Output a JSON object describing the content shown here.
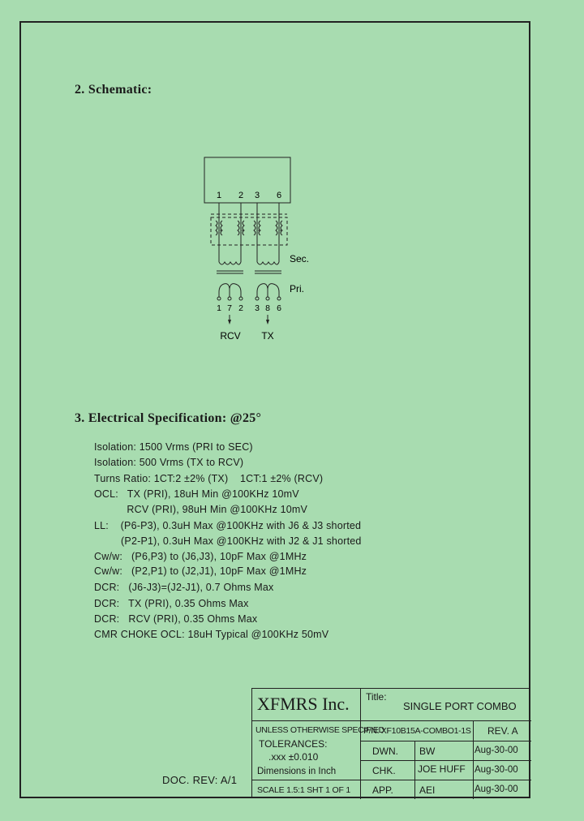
{
  "schematic": {
    "heading": "2. Schematic:",
    "top_pins": [
      "1",
      "2",
      "3",
      "6"
    ],
    "bottom_pins": [
      "1",
      "7",
      "2",
      "3",
      "8",
      "6"
    ],
    "label_sec": "Sec.",
    "label_pri": "Pri.",
    "label_rcv": "RCV",
    "label_tx": "TX"
  },
  "electrical": {
    "heading": "3. Electrical Specification: @25°",
    "lines": [
      "Isolation: 1500 Vrms (PRI to SEC)",
      "Isolation: 500 Vrms (TX to RCV)",
      "Turns Ratio: 1CT:2 ±2% (TX)    1CT:1 ±2% (RCV)",
      "OCL:   TX (PRI), 18uH Min @100KHz 10mV",
      "           RCV (PRI), 98uH Min @100KHz 10mV",
      "LL:    (P6-P3), 0.3uH Max @100KHz with J6 & J3 shorted",
      "         (P2-P1), 0.3uH Max @100KHz with J2 & J1 shorted",
      "Cw/w:   (P6,P3) to (J6,J3), 10pF Max @1MHz",
      "Cw/w:   (P2,P1) to (J2,J1), 10pF Max @1MHz",
      "DCR:   (J6-J3)=(J2-J1), 0.7 Ohms Max",
      "DCR:   TX (PRI), 0.35 Ohms Max",
      "DCR:   RCV (PRI), 0.35 Ohms Max",
      "CMR CHOKE OCL: 18uH Typical @100KHz 50mV"
    ]
  },
  "doc_rev": "DOC. REV: A/1",
  "title_block": {
    "company": "XFMRS Inc.",
    "title_label": "Title:",
    "title_value": "SINGLE PORT COMBO",
    "unless": "UNLESS OTHERWISE SPECIFIED",
    "tolerances": "TOLERANCES:",
    "tolerance_value": ".xxx ±0.010",
    "dimensions": "Dimensions in Inch",
    "scale": "SCALE 1.5:1 SHT 1 OF 1",
    "pn": "P/N: XF10B15A-COMBO1-1S",
    "rev": "REV. A",
    "dwn_label": "DWN.",
    "dwn_name": "BW",
    "dwn_date": "Aug-30-00",
    "chk_label": "CHK.",
    "chk_name": "JOE HUFF",
    "chk_date": "Aug-30-00",
    "app_label": "APP.",
    "app_name": "AEI",
    "app_date": "Aug-30-00"
  }
}
